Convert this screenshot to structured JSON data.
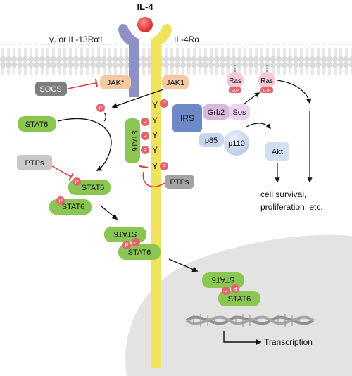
{
  "ligand": {
    "label": "IL-4"
  },
  "receptor": {
    "left_chain_label_gamma": "γ",
    "left_chain_label_sub": "c",
    "left_chain_label_rest": " or IL-13Rα1",
    "right_chain_label": "IL-4Rα"
  },
  "kinases": {
    "jak_star": "JAK*",
    "jak1": "JAK1"
  },
  "socs": "SOCS",
  "stat6": "STAT6",
  "ptps": "PTPs",
  "phospho": "P",
  "tyrosine": "Y",
  "irs": "IRS",
  "grb2": "Grb2",
  "sos": "Sos",
  "p85": "p85",
  "p110": "p110",
  "akt": "Akt",
  "ras": {
    "label": "Ras",
    "gdp": "GDP",
    "gtp": "GTP"
  },
  "outcome": {
    "line1": "cell survival,",
    "line2": "proliferation, etc."
  },
  "transcription": "Transcription",
  "colors": {
    "left_chain": "#8e90c8",
    "right_chain": "#f0e25a",
    "jak": "#f7c9a3",
    "stat6": "#8cc652",
    "phospho": "#e5646c",
    "irs": "#6d88c6",
    "ras": "#f3c8d8",
    "grey_box": "#8a8a8a",
    "nucleus": "#e3e3e3"
  }
}
